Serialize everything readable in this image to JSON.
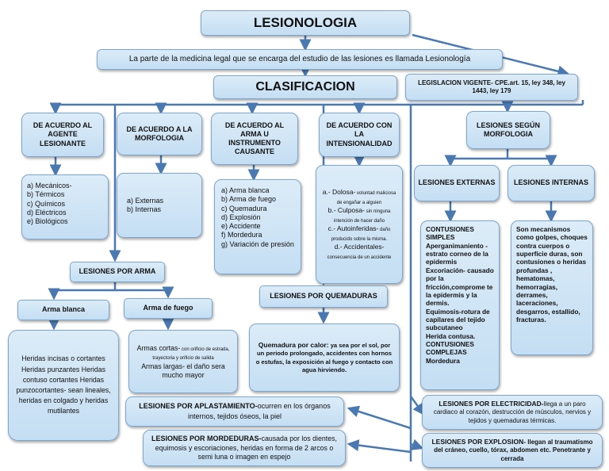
{
  "title": "LESIONOLOGIA",
  "definition": "La parte de la medicina legal que se encarga del estudio de las lesiones es llamada  Lesionología",
  "clasificacion": "CLASIFICACION",
  "legislacion": "LEGISLACION VIGENTE- CPE.art. 15, ley 348, ley 1443, ley 179",
  "agente": {
    "header": "DE ACUERDO AL AGENTE LESIONANTE",
    "items": [
      "a) Mecánicos-",
      "b) Térmicos",
      "c) Químicos",
      "d) Eléctricos",
      "e) Biológicos"
    ]
  },
  "morfologia_a": {
    "header": "DE ACUERDO A LA MORFOLOGIA",
    "items": [
      "a) Externas",
      "b) Internas"
    ]
  },
  "arma_instrumento": {
    "header": "DE ACUERDO AL ARMA U INSTRUMENTO CAUSANTE",
    "items": [
      "a) Arma blanca",
      "b) Arma de fuego",
      "c) Quemadura",
      "d) Explosión",
      "e) Accidente",
      "f) Mordedura",
      "g) Variación de presión"
    ]
  },
  "intencionalidad": {
    "header": "DE ACUERDO CON LA INTENSIONALIDAD",
    "items": [
      {
        "main": "a.- Dolosa-",
        "detail": " voluntad maliciosa de engañar a alguien"
      },
      {
        "main": "b.- Culposa-",
        "detail": " sin ninguna intención de hacer daño"
      },
      {
        "main": "c.- Autoinferidas-",
        "detail": " daño producido sobre la misma."
      },
      {
        "main": "d.- Accidentales-",
        "detail": " consecuencia de un accidente"
      }
    ]
  },
  "segun_morfologia": "LESIONES SEGÚN MORFOLOGIA",
  "externas": {
    "header": "LESIONES EXTERNAS",
    "text": [
      "CONTUSIONES SIMPLES",
      "Aperganimaniento -estrato corneo de la epidermis",
      "Excoriación- causado por la fricción,comprome te la epidermis y la dermis.",
      "Equimosis-rotura de capilares del tejido subcutaneo",
      "Herida contusa.",
      "CONTUSIONES COMPLEJAS",
      "Mordedura"
    ]
  },
  "internas": {
    "header": "LESIONES INTERNAS",
    "text": [
      "Son mecanismos como golpes, choques contra cuerpos o superficie duras, son contusiones o heridas profundas ,",
      "hematomas,",
      "hemorragias,",
      "derrames,",
      "laceraciones,",
      "desgarros, estallido,",
      "fracturas."
    ]
  },
  "por_arma": "LESIONES POR ARMA",
  "arma_blanca": {
    "header": "Arma blanca",
    "text": "Heridas incisas o cortantes Heridas punzantes Heridas contuso cortantes Heridas punzocortantes- sean lineales, heridas en colgado y heridas mutilantes"
  },
  "arma_fuego": {
    "header": "Arma de fuego",
    "line1": "Armas cortas-",
    "line1_detail": " con orificio de estrada, trayectoria y orificio de salida",
    "line2": "Armas largas- el daño sera mucho mayor"
  },
  "quemaduras": {
    "header": "LESIONES POR QUEMADURAS",
    "lead": "Quemadura por calor:",
    "text": " ya sea por el sol, por un periodo prolongado, accidentes con hornos o estufas, la exposición al fuego y contacto con agua hirviendo."
  },
  "aplastamiento": {
    "lead": "LESIONES POR APLASTAMIENTO-",
    "text": "ocurren en los órganos internos, tejidos óseos, la piel"
  },
  "mordeduras": {
    "lead": "LESIONES POR MORDEDURAS-",
    "text": "causada por los dientes, equimosis y escoriaciones, heridas en forma de 2 arcos o semi luna o imagen en espejo"
  },
  "electricidad": {
    "lead": "LESIONES POR ELECTRICIDAD-",
    "text": "llega a un paro cardiaco al corazón, destrucción de músculos, nervios y tejidos y quemaduras térmicas."
  },
  "explosion": {
    "lead": "LESIONES POR EXPLOSION-",
    "text": " llegan al traumatismo del cráneo, cuello, tórax, abdomen etc. Penetrante y cerrada"
  }
}
